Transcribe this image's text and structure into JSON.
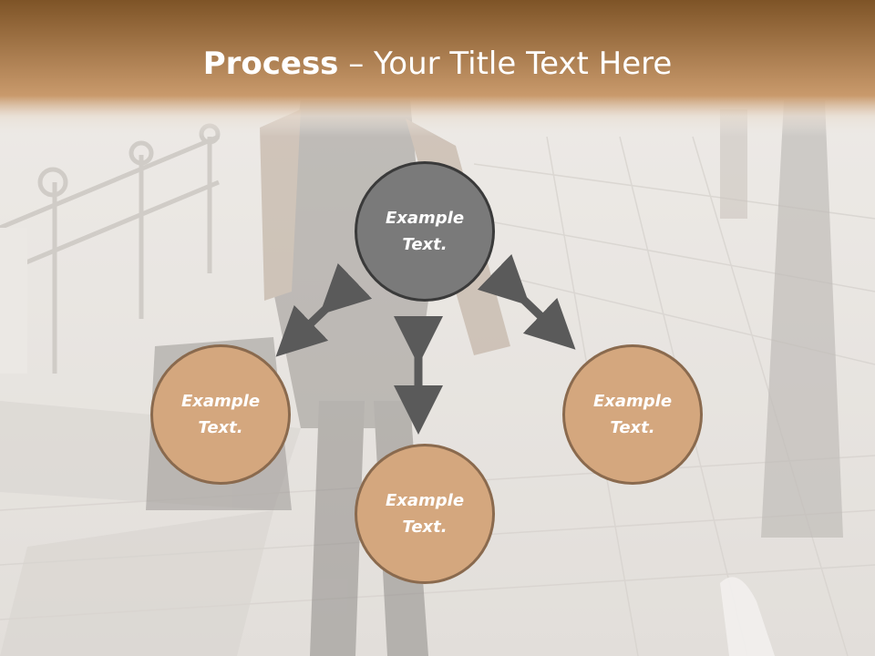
{
  "slide": {
    "title_bold": "Process",
    "title_rest": " – Your Title Text Here"
  },
  "diagram": {
    "center": {
      "text": "Example Text."
    },
    "left": {
      "text": "Example Text."
    },
    "right": {
      "text": "Example Text."
    },
    "bottom": {
      "text": "Example Text."
    }
  },
  "colors": {
    "header_top": "#7e5427",
    "header_bottom": "#c99a6c",
    "center_fill": "#7a7a7a",
    "outer_fill": "#d4a77e",
    "arrow": "#5a5a5a"
  }
}
